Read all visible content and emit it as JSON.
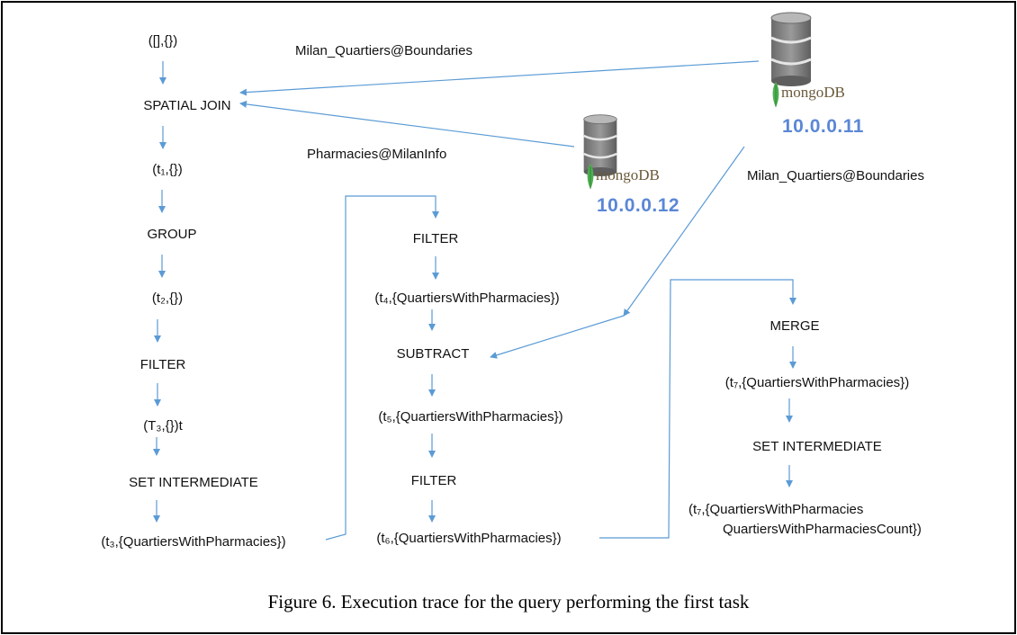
{
  "diagram": {
    "column1": {
      "n0": "([],{})",
      "n1": "SPATIAL JOIN",
      "n2": "(t₁,{})",
      "n3": "GROUP",
      "n4": "(t₂,{})",
      "n5": "FILTER",
      "n6": "(T₃,{})t",
      "n7": "SET INTERMEDIATE",
      "n8": "(t₃,{QuartiersWithPharmacies})"
    },
    "column2": {
      "n0": "FILTER",
      "n1": "(t₄,{QuartiersWithPharmacies})",
      "n2": "SUBTRACT",
      "n3": "(t₅,{QuartiersWithPharmacies})",
      "n4": "FILTER",
      "n5": "(t₆,{QuartiersWithPharmacies})"
    },
    "column3": {
      "n0": "MERGE",
      "n1": "(t₇,{QuartiersWithPharmacies})",
      "n2": "SET INTERMEDIATE",
      "n3_line1": "(t₇,{QuartiersWithPharmacies",
      "n3_line2": "QuartiersWithPharmaciesCount})"
    },
    "sources": {
      "edge_label_top": "Milan_Quartiers@Boundaries",
      "edge_label_pharm": "Pharmacies@MilanInfo",
      "edge_label_right": "Milan_Quartiers@Boundaries",
      "db1_brand": "mongoDB",
      "db1_ip": "10.0.0.11",
      "db2_brand": "mongoDB",
      "db2_ip": "10.0.0.12"
    },
    "colors": {
      "edge": "#5b9bd5",
      "ip": "#5b87d6",
      "leaf": "#4caf50"
    },
    "icons": {
      "database": "database-cylinder-icon",
      "leaf": "mongodb-leaf-icon"
    }
  },
  "caption": "Figure 6.  Execution trace for the query performing the first task"
}
